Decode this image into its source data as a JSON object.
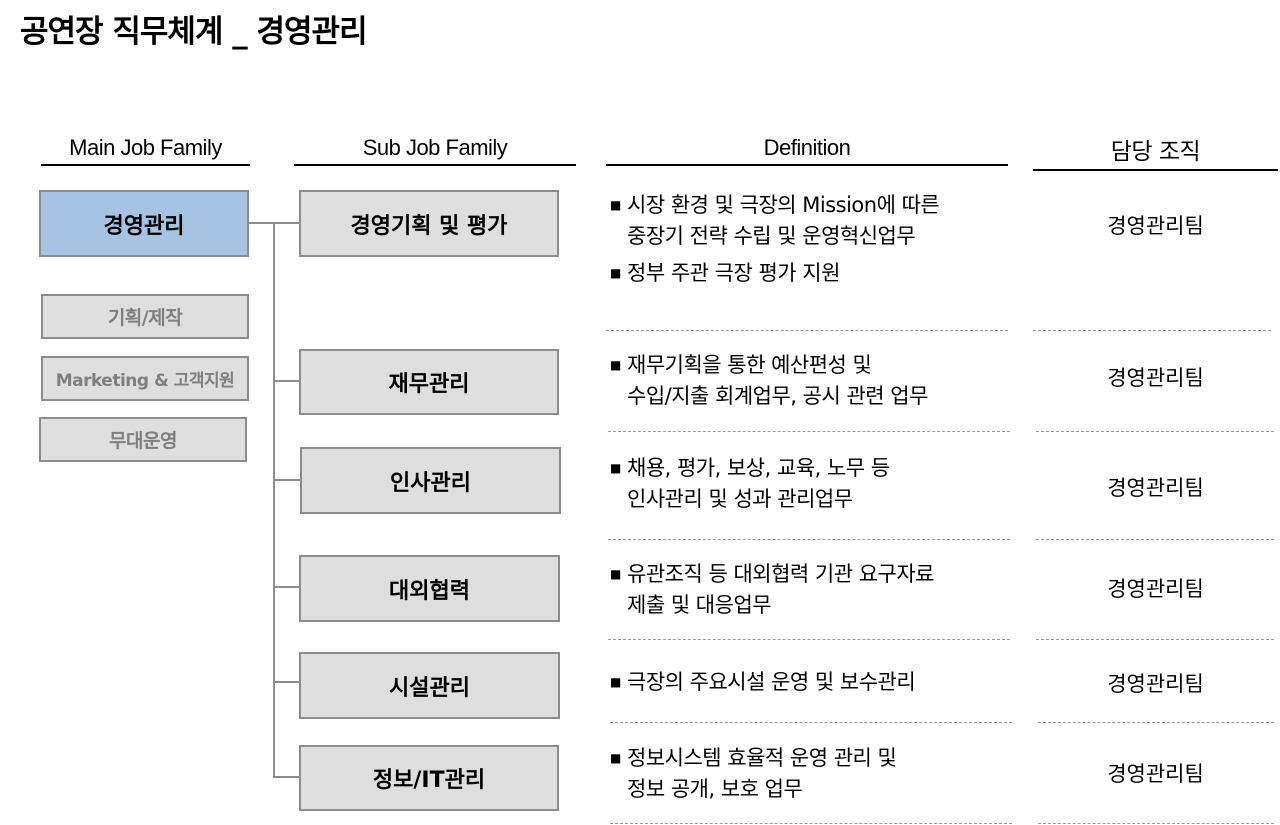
{
  "title": "공연장 직무체계 _ 경영관리",
  "headers": {
    "main_job_family": "Main Job Family",
    "sub_job_family": "Sub Job Family",
    "definition": "Definition",
    "organization": "담당 조직"
  },
  "main_families": {
    "selected": "경영관리",
    "others": [
      "기획/제작",
      "Marketing & 고객지원",
      "무대운영"
    ]
  },
  "colors": {
    "selected_fill": "#a6c3e3",
    "box_fill": "#dedede",
    "box_border": "#8c8c8c",
    "inactive_text": "#7f7f7f"
  },
  "rows": [
    {
      "sub": "경영기획 및 평가",
      "definitions": [
        "시장 환경 및 극장의 Mission에 따른\n중장기 전략 수립 및 운영혁신업무",
        "정부 주관 극장 평가 지원"
      ],
      "org": "경영관리팀"
    },
    {
      "sub": "재무관리",
      "definitions": [
        "재무기획을 통한 예산편성 및\n수입/지출 회계업무, 공시 관련 업무"
      ],
      "org": "경영관리팀"
    },
    {
      "sub": "인사관리",
      "definitions": [
        "채용, 평가, 보상, 교육, 노무 등\n인사관리 및 성과 관리업무"
      ],
      "org": "경영관리팀"
    },
    {
      "sub": "대외협력",
      "definitions": [
        "유관조직 등 대외협력 기관 요구자료\n제출 및 대응업무"
      ],
      "org": "경영관리팀"
    },
    {
      "sub": "시설관리",
      "definitions": [
        "극장의 주요시설 운영 및 보수관리"
      ],
      "org": "경영관리팀"
    },
    {
      "sub": "정보/IT관리",
      "definitions": [
        "정보시스템 효율적 운영 관리 및\n정보 공개, 보호 업무"
      ],
      "org": "경영관리팀"
    }
  ],
  "bullet_icon": "square-bullet-icon"
}
